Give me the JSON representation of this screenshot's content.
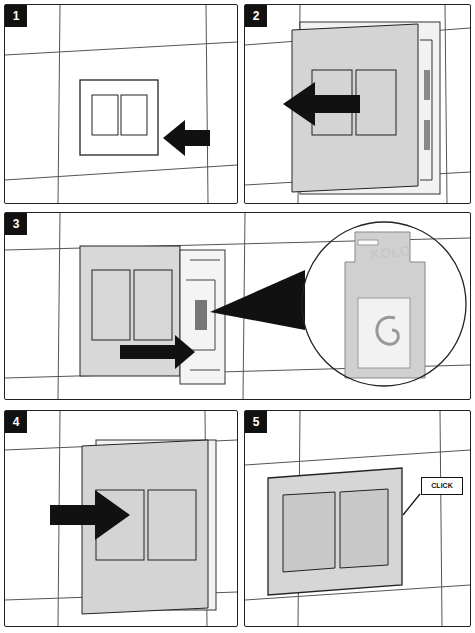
{
  "diagram": {
    "nodes": [
      {
        "text": [
          "1"
        ]
      },
      {
        "text": [
          "2"
        ]
      },
      {
        "text": [
          "3"
        ]
      },
      {
        "text": [
          "KOŁO"
        ],
        "in": 2
      },
      {
        "text": [
          "4"
        ]
      },
      {
        "text": [
          "5"
        ]
      },
      {
        "text": [
          "CLICK"
        ],
        "in": 5
      }
    ]
  }
}
